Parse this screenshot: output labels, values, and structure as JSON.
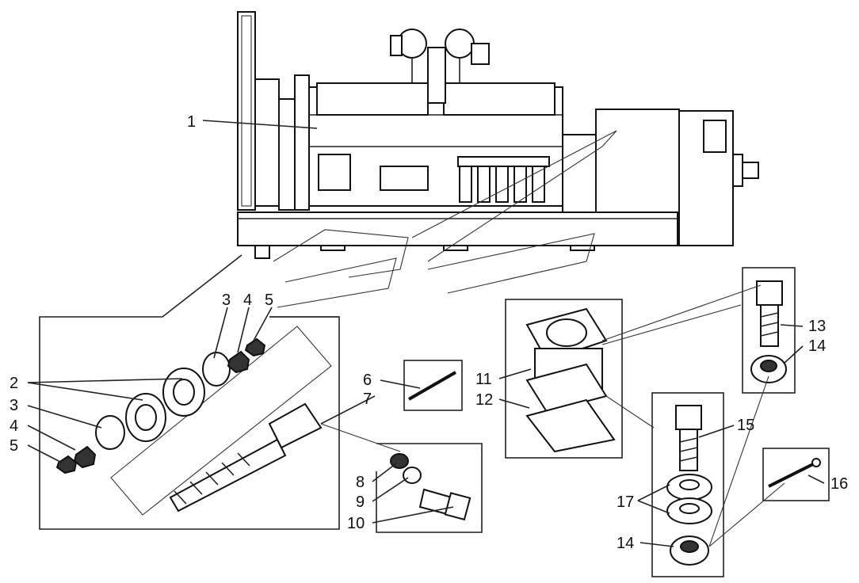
{
  "callouts": {
    "c1": "1",
    "c2": "2",
    "c3a": "3",
    "c4a": "4",
    "c5a": "5",
    "c3b": "3",
    "c4b": "4",
    "c5b": "5",
    "c6": "6",
    "c7": "7",
    "c8": "8",
    "c9": "9",
    "c10": "10",
    "c11": "11",
    "c12": "12",
    "c13": "13",
    "c14a": "14",
    "c15": "15",
    "c16": "16",
    "c17": "17",
    "c14b": "14"
  }
}
